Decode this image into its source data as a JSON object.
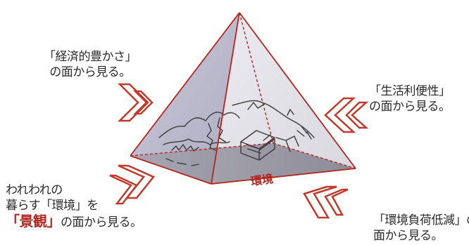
{
  "labels": {
    "economic": {
      "line1": "「経済的豊かさ」",
      "line2": "の面から見る。"
    },
    "convenience": {
      "line1": "「生活利便性」",
      "line2": "の面から見る。"
    },
    "environment": {
      "line1": "「環境負荷低減」の",
      "line2": "面から見る。"
    },
    "landscape": {
      "line1": "われわれの",
      "line2": "暮らす「環境」を",
      "emphasis": "「景観」",
      "line3_rest": "の面から見る。"
    }
  },
  "base_label": "環境",
  "colors": {
    "pyramid_stroke": "#b3261e",
    "arrow": "#c0392b",
    "emphasis": "#b3261e",
    "face_left": "#b9b7cc",
    "face_right": "#e0e0e6",
    "base": "#8b8a96"
  }
}
